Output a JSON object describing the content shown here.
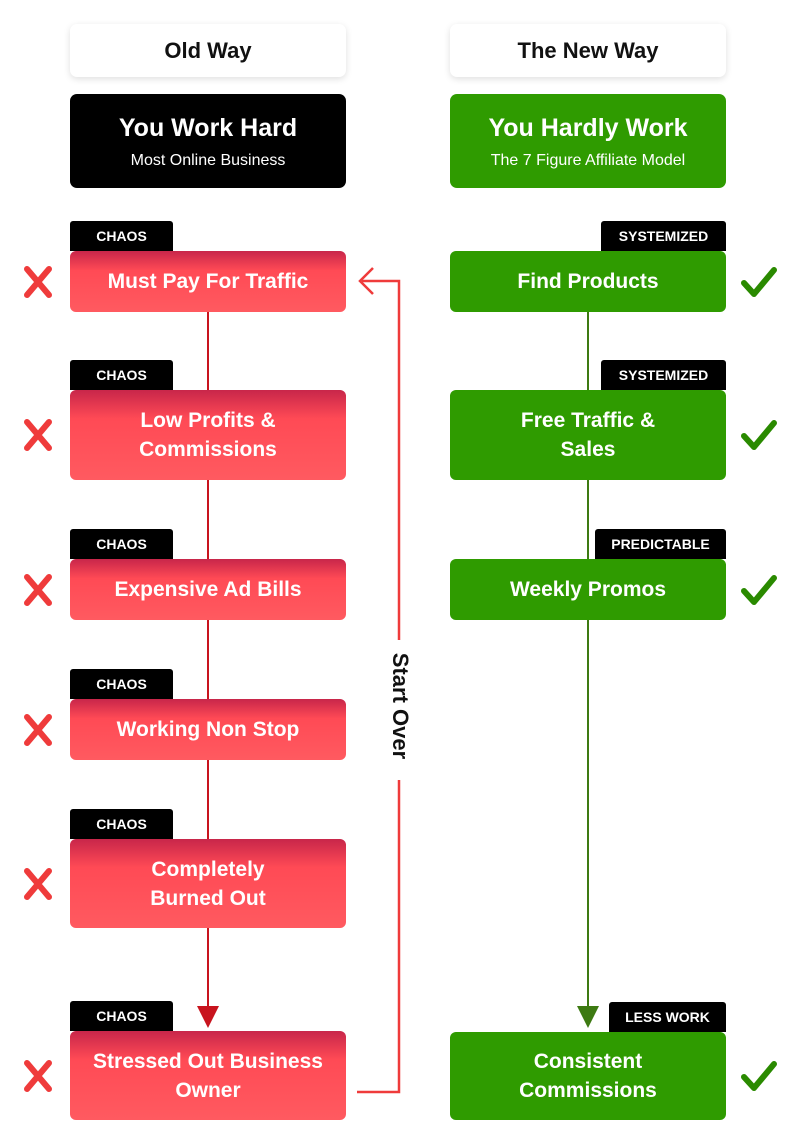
{
  "columns": {
    "old": {
      "header": "Old Way",
      "title": "You Work Hard",
      "subtitle": "Most Online Business"
    },
    "new": {
      "header": "The New Way",
      "title": "You Hardly Work",
      "subtitle": "The 7 Figure Affiliate Model"
    }
  },
  "old_steps": [
    {
      "tag": "CHAOS",
      "label": "Must Pay For Traffic"
    },
    {
      "tag": "CHAOS",
      "label": "Low Profits & Commissions"
    },
    {
      "tag": "CHAOS",
      "label": "Expensive Ad Bills"
    },
    {
      "tag": "CHAOS",
      "label": "Working Non Stop"
    },
    {
      "tag": "CHAOS",
      "label": "Completely Burned Out"
    },
    {
      "tag": "CHAOS",
      "label": "Stressed Out Business Owner"
    }
  ],
  "new_steps": [
    {
      "tag": "SYSTEMIZED",
      "label": "Find Products"
    },
    {
      "tag": "SYSTEMIZED",
      "label": "Free Traffic & Sales"
    },
    {
      "tag": "PREDICTABLE",
      "label": "Weekly Promos"
    },
    {
      "tag": "LESS WORK",
      "label": "Consistent Commissions"
    }
  ],
  "loop_label": "Start Over",
  "colors": {
    "old_box": "#ff4a55",
    "old_line": "#c8141e",
    "new_box": "#2f9b00",
    "new_line": "#3d7a12",
    "cross": "#ef3b3b",
    "check": "#2a8a00",
    "tag_bg": "#000000"
  },
  "icons": {
    "old_mark": "cross-icon",
    "new_mark": "check-icon"
  }
}
